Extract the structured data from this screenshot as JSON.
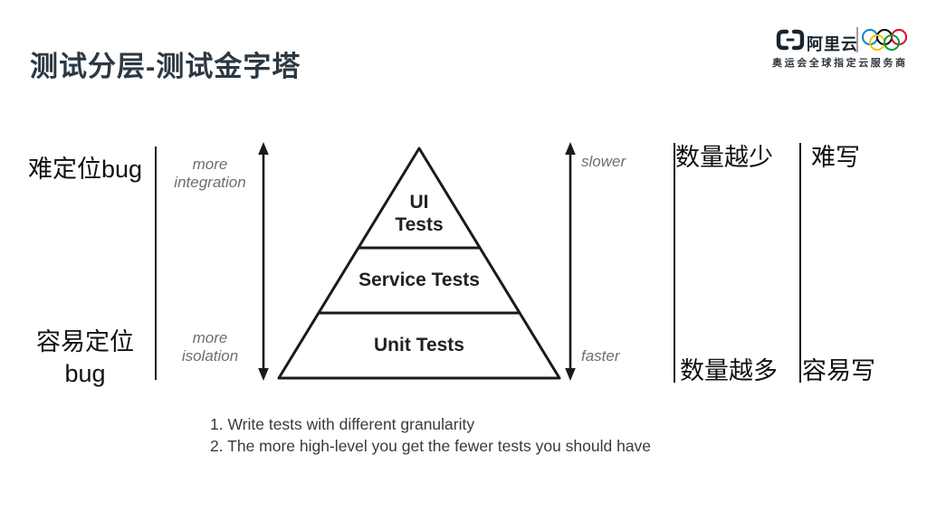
{
  "title": "测试分层-测试金字塔",
  "logo": {
    "brand": "阿里云",
    "tagline": "奥运会全球指定云服务商",
    "ring_colors": [
      "#0085C7",
      "#000000",
      "#DF0024",
      "#F4C300",
      "#009F3D"
    ],
    "brand_color": "#17242f"
  },
  "pyramid": {
    "layers": [
      {
        "label": "UI\nTests"
      },
      {
        "label": "Service Tests"
      },
      {
        "label": "Unit Tests"
      }
    ]
  },
  "left_axis": {
    "top_label": "more\nintegration",
    "bottom_label": "more\nisolation"
  },
  "right_axis": {
    "top_label": "slower",
    "bottom_label": "faster"
  },
  "annotations": {
    "left_top": "难定位bug",
    "left_bottom": "容易定位\nbug",
    "quantity_top": "数量越少",
    "quantity_bottom": "数量越多",
    "effort_top": "难写",
    "effort_bottom": "容易写"
  },
  "notes": [
    "1. Write tests with different granularity",
    "2. The more high-level you get the fewer tests you should have"
  ],
  "colors": {
    "title": "#2c3842",
    "ink": "#1a1a1a",
    "muted_italic": "#6e6e6e",
    "background": "#ffffff"
  }
}
